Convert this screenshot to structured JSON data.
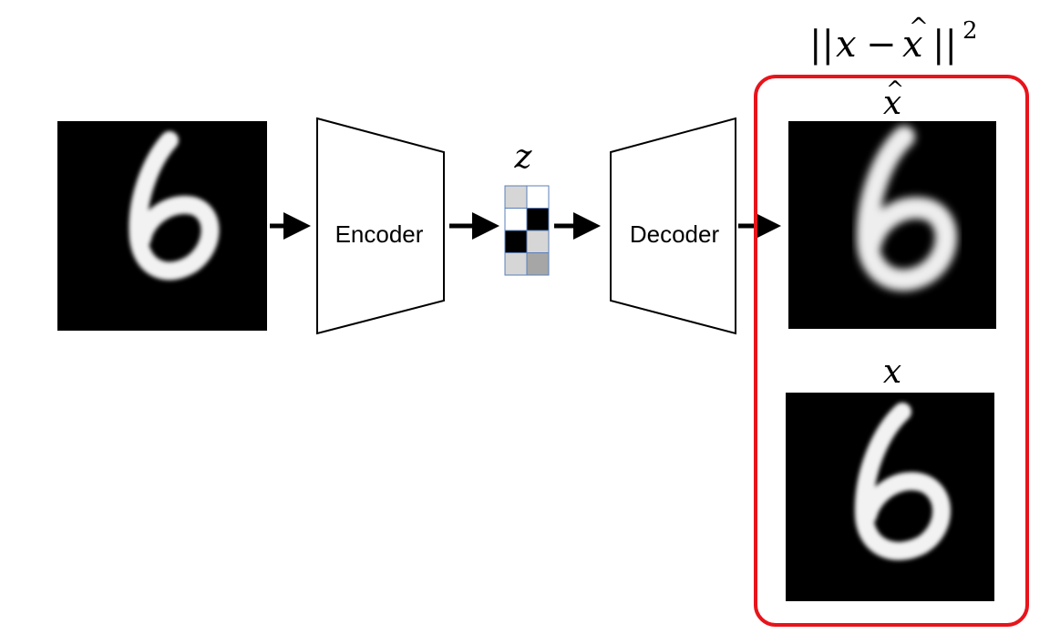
{
  "blocks": {
    "encoder_label": "Encoder",
    "decoder_label": "Decoder"
  },
  "latent": {
    "symbol": "z",
    "cells": [
      [
        "#d6d6d6",
        "#ffffff"
      ],
      [
        "#ffffff",
        "#000000"
      ],
      [
        "#000000",
        "#d6d6d6"
      ],
      [
        "#d6d6d6",
        "#a6a6a6"
      ]
    ]
  },
  "loss": {
    "norm_open": "||",
    "x": "x",
    "minus": "−",
    "x_hat": "x",
    "hat": "^",
    "norm_close": "||",
    "exponent": "2"
  },
  "labels": {
    "reconstruction_symbol": "x",
    "reconstruction_hat": "^",
    "original_symbol": "x"
  },
  "images": {
    "input": "input-digit-6",
    "reconstruction": "reconstructed-digit-6",
    "original": "original-digit-6"
  },
  "colors": {
    "highlight_box": "#e8141b",
    "image_background": "#000000",
    "digit": "#ffffff"
  }
}
